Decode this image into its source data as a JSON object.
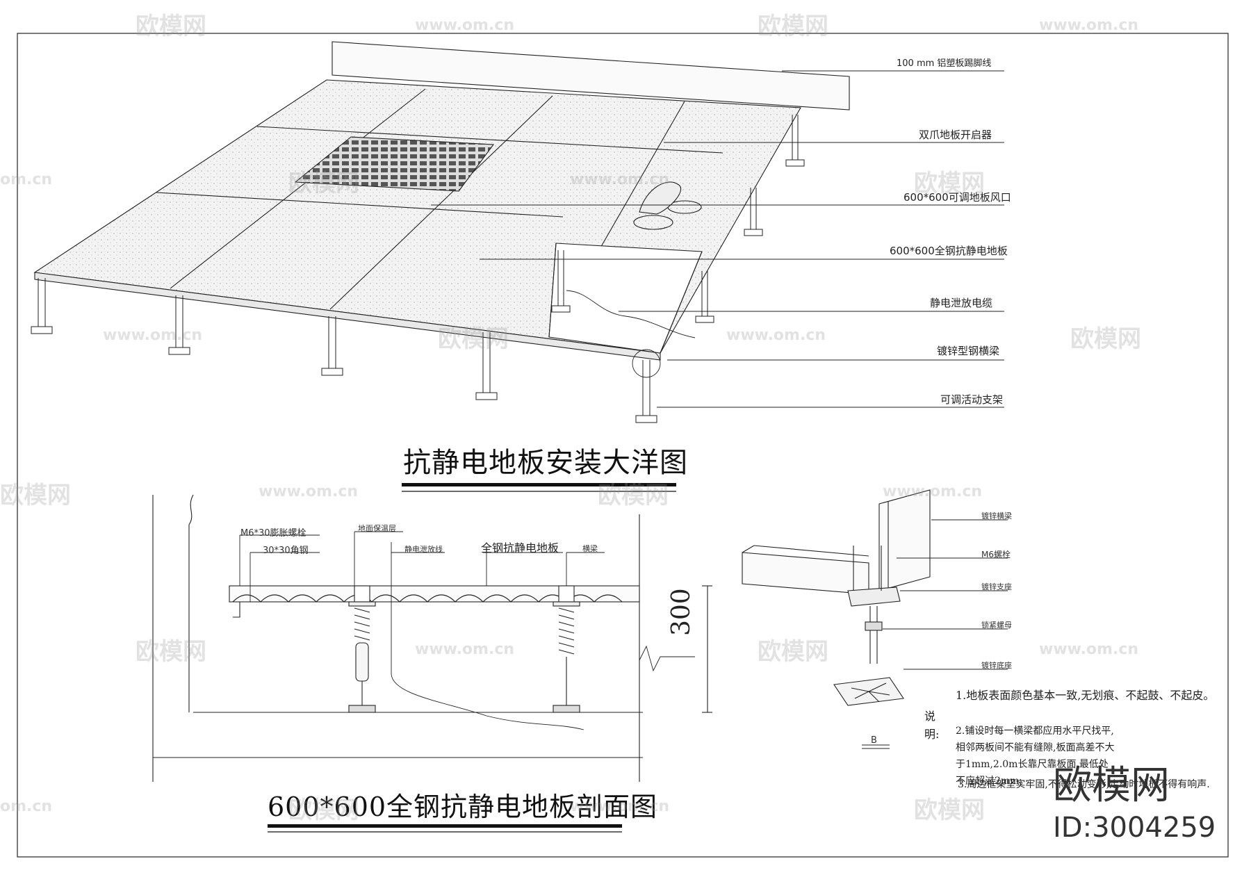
{
  "callouts_top": [
    "100 mm 铝塑板踢脚线",
    "双爪地板开启器",
    "600*600可调地板风口",
    "600*600全钢抗静电地板",
    "静电泄放电缆",
    "镀锌型钢横梁",
    "可调活动支架"
  ],
  "title_top": "抗静电地板安装大洋图",
  "section": {
    "labels": [
      "M6*30膨胀螺栓",
      "30*30角钢",
      "地面保温层",
      "静电泄放线",
      "全钢抗静电地板",
      "横梁"
    ],
    "dimension": "300",
    "title": "600*600全钢抗静电地板剖面图"
  },
  "detail": {
    "labels": [
      "镀锌横梁",
      "M6螺栓",
      "镀锌支座",
      "锁紧螺母",
      "镀锌底座"
    ],
    "tag": "B"
  },
  "notes": {
    "heading": "说明:",
    "items": [
      "1.地板表面颜色基本一致,无划痕、不起鼓、不起皮。",
      "2.铺设时每一横梁都应用水平尺找平,相邻两板间不能有缝隙,板面高差不大于1mm,2.0m长靠尺靠板面,最低处不应超过2mm。",
      "3.周边框架坚实牢固,不得松动变形,走动时地板不得有响声."
    ]
  },
  "watermark": {
    "text": "欧模网",
    "url": "www.om.cn",
    "url_short": "om.cn",
    "brand": "欧模网",
    "id": "ID:3004259"
  }
}
